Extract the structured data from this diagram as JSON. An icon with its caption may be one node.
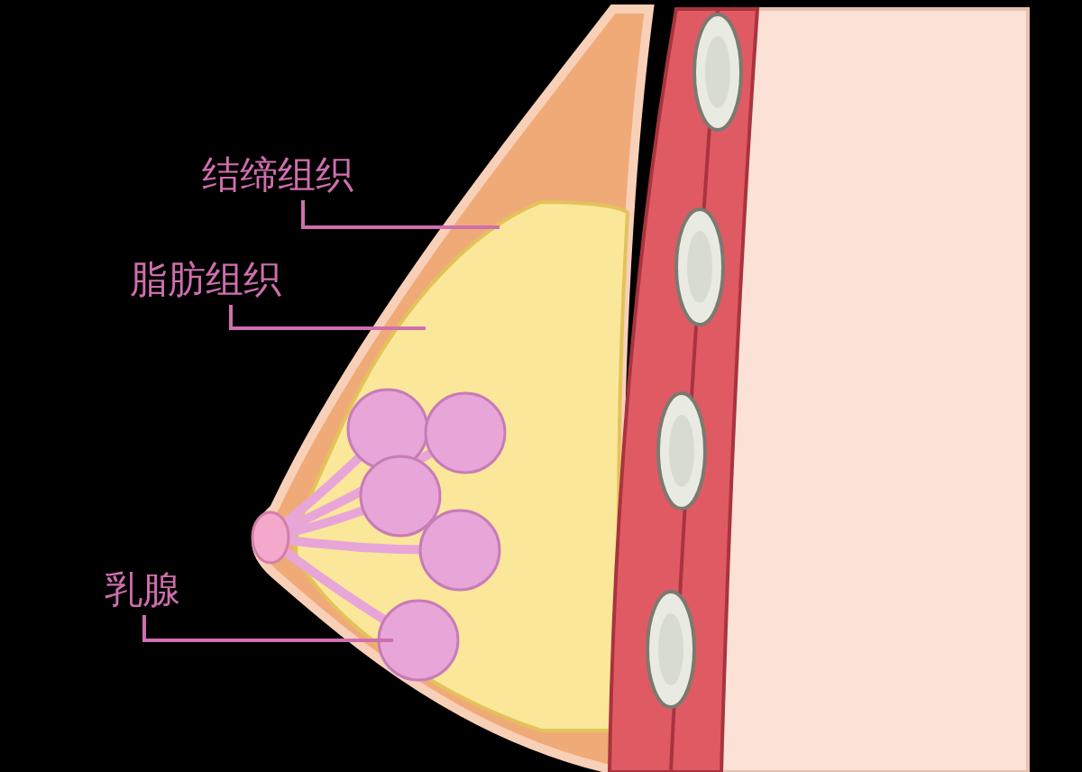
{
  "diagram": {
    "nodes": [
      {
        "text": [
          "结缔组织"
        ]
      },
      {
        "text": [
          "脂肪组织"
        ]
      },
      {
        "text": [
          "乳腺"
        ]
      },
      {
        "text": [],
        "shape": "picture"
      },
      {
        "text": [],
        "shape": "picture",
        "in": 3
      },
      {
        "text": [],
        "shape": "picture",
        "in": 3
      }
    ],
    "edges": [
      {
        "from": 0,
        "to": 3,
        "arrow": "none"
      },
      {
        "from": 1,
        "to": 4,
        "arrow": "none"
      },
      {
        "from": 2,
        "to": 5,
        "arrow": "none"
      }
    ]
  }
}
